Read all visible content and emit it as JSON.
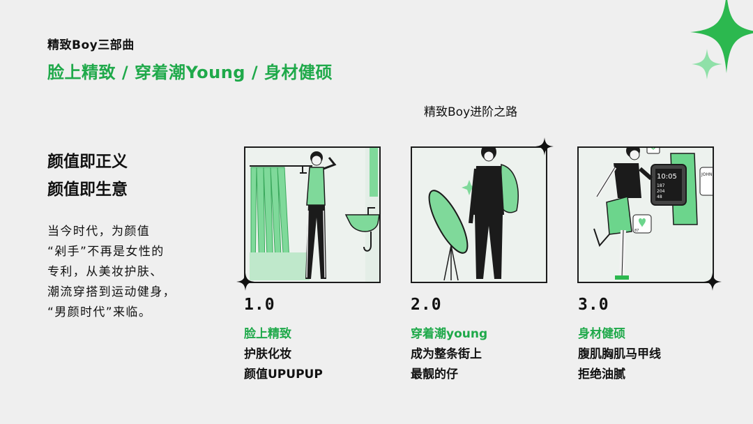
{
  "header": {
    "eyebrow": "精致Boy三部曲",
    "headline": "脸上精致 / 穿着潮Young / 身材健硕"
  },
  "left": {
    "slogan": [
      "颜值即正义",
      "颜值即生意"
    ],
    "intro": [
      "当今时代，为颜值",
      "“剁手”不再是女性的",
      "专利，从美妆护肤、",
      "潮流穿搭到运动健身，",
      "“男颜时代”来临。"
    ]
  },
  "timeline": {
    "caption": "精致Boy进阶之路",
    "steps": [
      {
        "number": "1.0",
        "title": "脸上精致",
        "lines": [
          "护肤化妆",
          "颜值UPUPUP"
        ]
      },
      {
        "number": "2.0",
        "title": "穿着潮young",
        "lines": [
          "成为整条街上",
          "最靓的仔"
        ]
      },
      {
        "number": "3.0",
        "title": "身材健硕",
        "lines": [
          "腹肌胸肌马甲线",
          "拒绝油腻"
        ]
      }
    ]
  },
  "watch_screen": {
    "time": "10:05",
    "steps": "187",
    "calories": "204",
    "laps": "48",
    "heart_rate": "87",
    "caller": "JOHN"
  },
  "colors": {
    "accent": "#1fa94a",
    "light_green": "#7fd99a",
    "dark": "#1b1b1b",
    "background": "#efefef"
  }
}
